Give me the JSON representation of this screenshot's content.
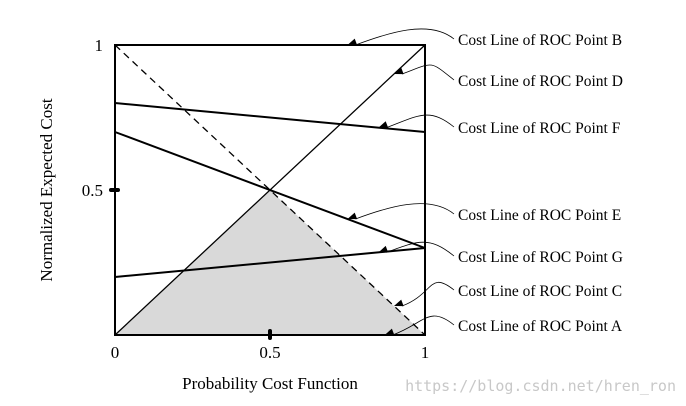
{
  "chart_data": {
    "type": "line",
    "xlabel": "Probability Cost Function",
    "ylabel": "Normalized Expected Cost",
    "xlim": [
      0,
      1
    ],
    "ylim": [
      0,
      1
    ],
    "x_ticks": [
      {
        "value": 0,
        "label": "0"
      },
      {
        "value": 0.5,
        "label": "0.5"
      },
      {
        "value": 1,
        "label": "1"
      }
    ],
    "y_ticks": [
      {
        "value": 0.5,
        "label": "0.5"
      },
      {
        "value": 1,
        "label": "1"
      }
    ],
    "shaded_region": {
      "points": [
        [
          0,
          0
        ],
        [
          0.5,
          0.5
        ],
        [
          1,
          0
        ]
      ],
      "color": "#d9d9d9"
    },
    "lines": [
      {
        "id": "B",
        "x": [
          0,
          1
        ],
        "y": [
          1,
          1
        ],
        "style": "solid",
        "color": "#000000"
      },
      {
        "id": "D",
        "x": [
          0,
          1
        ],
        "y": [
          0,
          1
        ],
        "style": "solid",
        "color": "#000000"
      },
      {
        "id": "F",
        "x": [
          0,
          1
        ],
        "y": [
          0.8,
          0.7
        ],
        "style": "solid",
        "color": "#000000"
      },
      {
        "id": "E",
        "x": [
          0,
          1
        ],
        "y": [
          0.7,
          0.3
        ],
        "style": "solid",
        "color": "#000000"
      },
      {
        "id": "G",
        "x": [
          0,
          1
        ],
        "y": [
          0.2,
          0.3
        ],
        "style": "solid",
        "color": "#000000"
      },
      {
        "id": "C",
        "x": [
          0,
          1
        ],
        "y": [
          1,
          0
        ],
        "style": "dashed",
        "color": "#000000"
      },
      {
        "id": "A",
        "x": [
          0,
          1
        ],
        "y": [
          0,
          0
        ],
        "style": "solid",
        "color": "#000000"
      }
    ],
    "annotations": [
      {
        "text": "Cost Line of ROC Point B",
        "line": "B",
        "target": [
          0.75,
          1.0
        ]
      },
      {
        "text": "Cost Line of ROC Point D",
        "line": "D",
        "target": [
          0.9,
          0.9
        ]
      },
      {
        "text": "Cost Line of ROC Point F",
        "line": "F",
        "target": [
          0.85,
          0.715
        ]
      },
      {
        "text": "Cost Line of ROC Point E",
        "line": "E",
        "target": [
          0.75,
          0.4
        ]
      },
      {
        "text": "Cost Line of ROC Point G",
        "line": "G",
        "target": [
          0.85,
          0.285
        ]
      },
      {
        "text": "Cost Line of ROC Point C",
        "line": "C",
        "target": [
          0.9,
          0.1
        ]
      },
      {
        "text": "Cost Line of ROC Point A",
        "line": "A",
        "target": [
          0.87,
          0.0
        ]
      }
    ]
  },
  "watermark": "https://blog.csdn.net/hren_ron"
}
